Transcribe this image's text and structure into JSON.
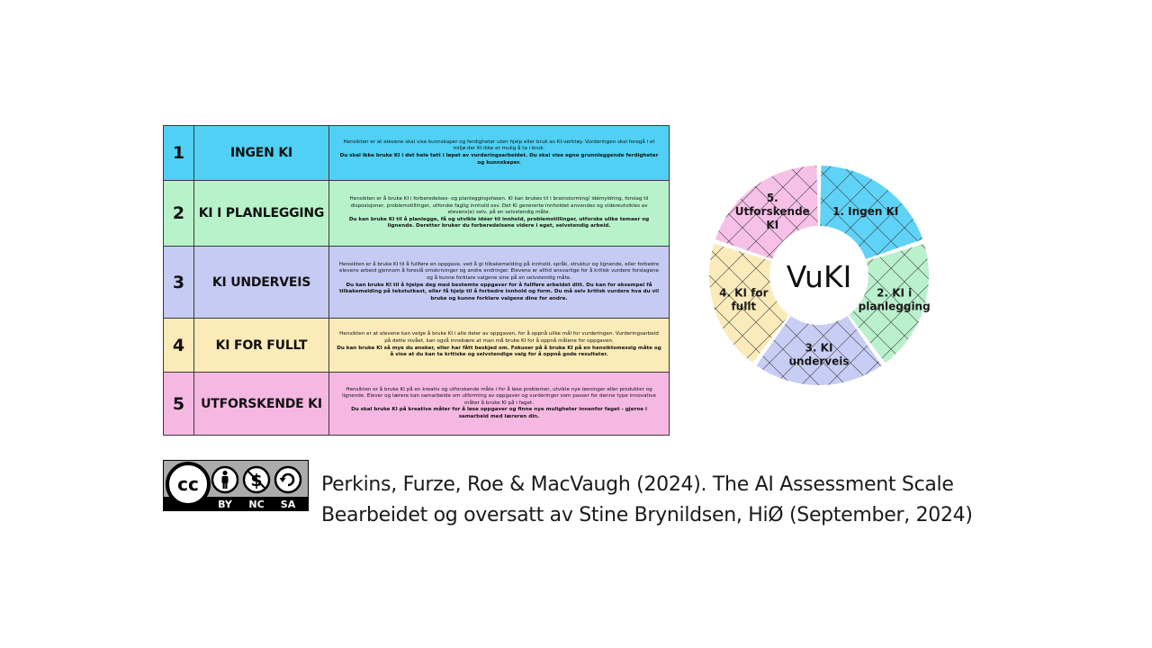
{
  "table": {
    "rows": [
      {
        "num": "1",
        "name": "INGEN KI",
        "color": "#4fd0f4",
        "desc": "Hensikten er at elevene skal vise kunnskaper og ferdigheter uten hjelp eller bruk av KI-verktøy. Vurderingen skal foregå i et miljø der KI ikke er mulig å ta i bruk.",
        "bold": "Du skal ikke bruke KI i det hele tatt i løpet av vurderingsarbeidet. Du skal vise egne grunnleggende ferdigheter og kunnskaper."
      },
      {
        "num": "2",
        "name": "KI I PLANLEGGING",
        "color": "#b8f2cb",
        "desc": "Hensikten er å bruke KI i forberedelses- og planleggingsfasen. KI kan brukes til i brainstorming/ idémyldring, forslag til disposisjoner, problemstillinger, utforske faglig innhold osv. Det KI genererte innholdet anvendes og videreutvikles av elevens(e) selv, på en selvstendig måte.",
        "bold": "Du kan bruke KI til å planlegge, få og utvikle idéer til innhold, problemstillinger, utforske ulike temaer og lignende. Deretter bruker du forberedelsene videre i eget, selvstendig arbeid."
      },
      {
        "num": "3",
        "name": "KI UNDERVEIS",
        "color": "#c5cbf3",
        "desc": "Hensikten er å bruke KI til å fullføre en oppgave, ved å gi tilbakemelding på innhold, språk, struktur og lignende, eller forbedre elevens arbeid gjennom å foreslå omskrivinger og andre endringer. Elevene er alltid ansvarlige for å kritisk vurdere forslagene og å kunne forklare valgene sine på en selvstendig måte.",
        "bold": "Du kan bruke KI til å hjelpe deg med bestemte oppgaver for å fullføre arbeidet ditt. Du kan for eksempel få tilbakemelding på tekstutkast, eller få hjelp til å forbedre innhold og form. Du må selv kritisk vurdere hva du vil bruke og kunne forklare valgene dine for andre."
      },
      {
        "num": "4",
        "name": "KI FOR FULLT",
        "color": "#fbebb8",
        "desc": "Hensikten er at elevene kan velge å bruke KI i alle deler av oppgaven, for å oppnå ulike mål for vurderingen. Vurderingsarbeid på dette nivået, kan også innebære at man må bruke KI for å oppnå målene for oppgaven.",
        "bold": "Du kan bruke KI så mye du ønsker, eller har fått beskjed om. Fokuser på å bruke KI på en hensiktsmessig måte og å vise at du kan ta kritiske og selvstendige valg for å oppnå gode resultater."
      },
      {
        "num": "5",
        "name": "UTFORSKENDE KI",
        "color": "#f5b8e2",
        "desc": "Hensikten er å bruke KI på en kreativ og utforskende måte i for å løse problemer, utvikle nye løsninger eller produkter og lignende. Elever og lærere kan samarbeide om utforming av oppgaver og vurderinger som passer for denne type innovative måter å bruke KI på i faget.",
        "bold": "Du skal bruke KI på kreative måter for å løse oppgaver og finne nye muligheter innenfor faget - gjerne i samarbeid med læreren din."
      }
    ]
  },
  "wheel": {
    "center": "VuKI",
    "segments": [
      {
        "lines": [
          "1. Ingen KI"
        ],
        "color": "#5fd3f7"
      },
      {
        "lines": [
          "2. KI i",
          "planlegging"
        ],
        "color": "#baf0cd"
      },
      {
        "lines": [
          "3. KI",
          "underveis"
        ],
        "color": "#c7cdf4"
      },
      {
        "lines": [
          "4. KI for",
          "fullt"
        ],
        "color": "#fbebbb"
      },
      {
        "lines": [
          "5.",
          "Utforskende",
          "KI"
        ],
        "color": "#f6c0e7"
      }
    ]
  },
  "license": {
    "cc": "cc",
    "labels": [
      "BY",
      "NC",
      "SA"
    ]
  },
  "citation": {
    "line1": "Perkins, Furze, Roe & MacVaugh (2024). The AI Assessment Scale",
    "line2": "Bearbeidet og oversatt av Stine Brynildsen, HiØ (September, 2024)"
  }
}
